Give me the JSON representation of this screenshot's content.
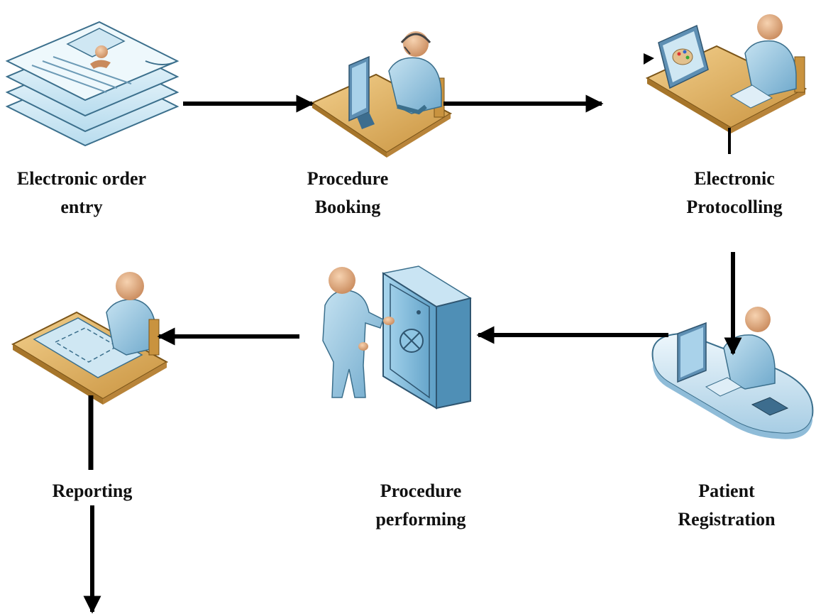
{
  "steps": [
    {
      "name": "order-entry",
      "lines": [
        "Electronic order",
        "entry"
      ]
    },
    {
      "name": "procedure-booking",
      "lines": [
        "Procedure",
        "Booking"
      ]
    },
    {
      "name": "electronic-protocolling",
      "lines": [
        "Electronic",
        "Protocolling"
      ]
    },
    {
      "name": "patient-registration",
      "lines": [
        "Patient",
        "Registration"
      ]
    },
    {
      "name": "procedure-performing",
      "lines": [
        "Procedure",
        "performing"
      ]
    },
    {
      "name": "reporting",
      "lines": [
        "Reporting"
      ]
    }
  ],
  "icons": {
    "order_entry": "document-stack-icon",
    "procedure_booking": "desk-operator-headset-icon",
    "electronic_protocolling": "desk-operator-monitor-icon",
    "patient_registration": "reception-desk-icon",
    "procedure_performing": "person-at-cabinet-icon",
    "reporting": "person-at-drafting-table-icon"
  },
  "colors": {
    "arrow": "#000000",
    "desk": "#e3b56a",
    "person": "#9cc8e0",
    "skin": "#e8b58a",
    "paper": "#e8f5fb",
    "cabinet": "#8ec5e3",
    "counter": "#d7ebf7"
  }
}
